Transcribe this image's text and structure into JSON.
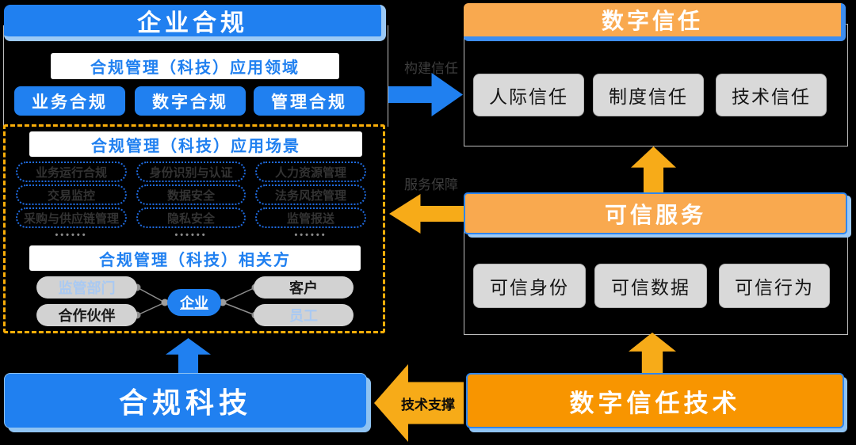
{
  "left_panel": {
    "title": "企业合规",
    "domain_header": "合规管理（科技）应用领域",
    "domains": [
      "业务合规",
      "数字合规",
      "管理合规"
    ],
    "scene_header": "合规管理（科技）应用场景",
    "scene_rows": [
      [
        "业务运行合规",
        "身份识别与认证",
        "人力资源管理"
      ],
      [
        "交易监控",
        "数据安全",
        "法务风控管理"
      ],
      [
        "采购与供应链管理",
        "隐私安全",
        "监管报送"
      ]
    ],
    "ellipsis": "••••••",
    "stakeholder_header": "合规管理（科技）相关方",
    "stakeholders": {
      "regulator": "监管部门",
      "customer": "客户",
      "partner": "合作伙伴",
      "employee": "员工",
      "enterprise": "企业"
    }
  },
  "digital_trust": {
    "title": "数字信任",
    "items": [
      "人际信任",
      "制度信任",
      "技术信任"
    ]
  },
  "trusted_services": {
    "title": "可信服务",
    "items": [
      "可信身份",
      "可信数据",
      "可信行为"
    ]
  },
  "compliance_tech": {
    "title": "合规科技"
  },
  "digital_trust_tech": {
    "title": "数字信任技术"
  },
  "arrow_labels": {
    "build_trust": "构建信任",
    "service_guarantee": "服务保障",
    "tech_support": "技术支撑"
  },
  "colors": {
    "blue": "#2080F0",
    "light_blue": "#9CC9F5",
    "orange_header": "#F9A94F",
    "deep_orange": "#F89500",
    "arrow_yellow": "#F7AB18",
    "dashed_border": "#FBAE08"
  }
}
